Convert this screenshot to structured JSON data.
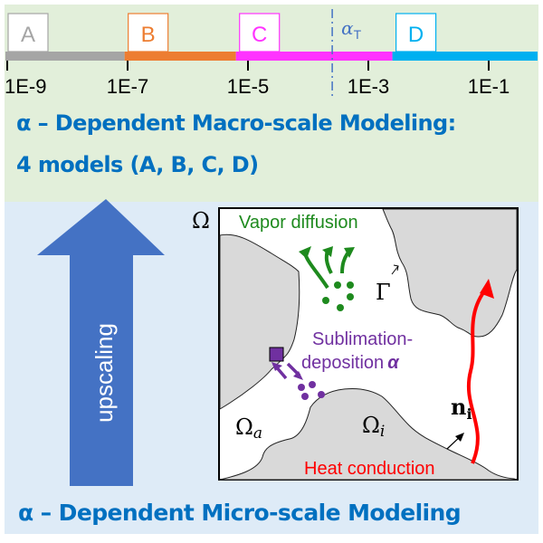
{
  "macro": {
    "title_line1": "α – Dependent Macro-scale Modeling:",
    "title_line2": "4 models (A, B, C, D)",
    "axis": {
      "scale": "log10",
      "ticks": [
        "1E-9",
        "1E-7",
        "1E-5",
        "1E-3",
        "1E-1"
      ],
      "tick_exponents": [
        -9,
        -7,
        -5,
        -3,
        -1
      ],
      "threshold_label": "α",
      "threshold_subscript": "T",
      "threshold_exponent": -3.6
    },
    "models": [
      {
        "label": "A",
        "color": "#a5a5a5",
        "from_exp": -9.1,
        "to_exp": -7.05
      },
      {
        "label": "B",
        "color": "#ed7d31",
        "from_exp": -7.05,
        "to_exp": -5.2
      },
      {
        "label": "C",
        "color": "#ff33ff",
        "from_exp": -5.2,
        "to_exp": -2.6
      },
      {
        "label": "D",
        "color": "#00b0f0",
        "from_exp": -2.6,
        "to_exp": 0.3
      }
    ]
  },
  "upscaling": {
    "label": "upscaling",
    "color": "#4472c4"
  },
  "micro": {
    "title": "α – Dependent Micro-scale Modeling",
    "domain_label": "Ω",
    "interface_label": "Γ",
    "air_label": "Ω",
    "air_sub": "a",
    "ice_label": "Ω",
    "ice_sub": "i",
    "normal_label": "n",
    "normal_sub": "i",
    "vapor_label": "Vapor diffusion",
    "vapor_color": "#1e8a1e",
    "sublimation_line1": "Sublimation-",
    "sublimation_line2": "deposition",
    "sublimation_alpha": "α",
    "sublimation_color": "#7030a0",
    "heat_label": "Heat conduction",
    "heat_color": "#ff0000"
  }
}
